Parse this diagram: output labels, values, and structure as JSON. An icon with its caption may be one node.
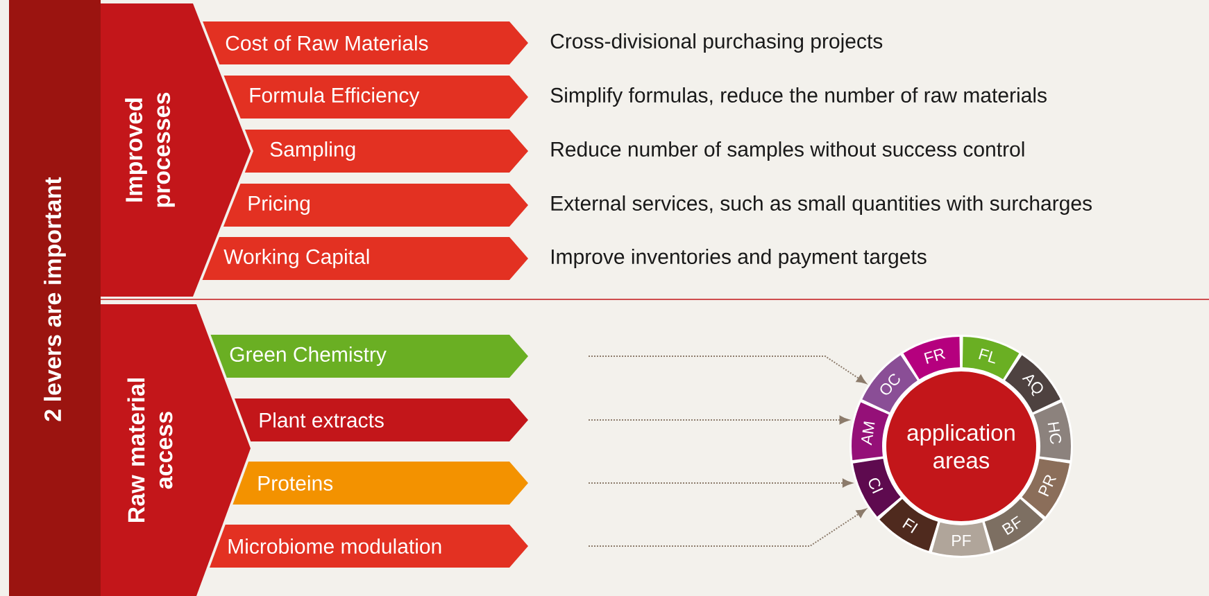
{
  "diagram": {
    "nodes": [
      {
        "text": [
          "2 levers are important"
        ]
      },
      {
        "text": [
          "Improved processes"
        ]
      },
      {
        "text": [
          "Cost of Raw Materials"
        ],
        "beside": [
          "Cross-divisional purchasing projects"
        ]
      },
      {
        "text": [
          "Formula Efficiency"
        ],
        "beside": [
          "Simplify formulas, reduce the number of raw materials"
        ]
      },
      {
        "text": [
          "Sampling"
        ],
        "beside": [
          "Reduce number of samples without success control"
        ]
      },
      {
        "text": [
          "Pricing"
        ],
        "beside": [
          "External services, such as small quantities with surcharges"
        ]
      },
      {
        "text": [
          "Working Capital"
        ],
        "beside": [
          "Improve inventories and payment targets"
        ]
      },
      {
        "text": [
          "Raw material access"
        ]
      },
      {
        "text": [
          "Green Chemistry"
        ]
      },
      {
        "text": [
          "Plant extracts"
        ]
      },
      {
        "text": [
          "Proteins"
        ]
      },
      {
        "text": [
          "Microbiome modulation"
        ]
      },
      {
        "text": [
          "application areas"
        ]
      },
      {
        "text": [
          "FR"
        ],
        "in": 12
      },
      {
        "text": [
          "FL"
        ],
        "in": 12
      },
      {
        "text": [
          "AQ"
        ],
        "in": 12
      },
      {
        "text": [
          "HC"
        ],
        "in": 12
      },
      {
        "text": [
          "PR"
        ],
        "in": 12
      },
      {
        "text": [
          "BF"
        ],
        "in": 12
      },
      {
        "text": [
          "PF"
        ],
        "in": 12
      },
      {
        "text": [
          "FI"
        ],
        "in": 12
      },
      {
        "text": [
          "CI"
        ],
        "in": 12
      },
      {
        "text": [
          "AM"
        ],
        "in": 12
      },
      {
        "text": [
          "OC"
        ],
        "in": 12
      }
    ],
    "edges": [
      {
        "from": 8,
        "to": 12,
        "arrow": "to"
      },
      {
        "from": 9,
        "to": 12,
        "arrow": "to"
      },
      {
        "from": 10,
        "to": 12,
        "arrow": "to"
      },
      {
        "from": 11,
        "to": 12,
        "arrow": "to"
      }
    ]
  }
}
